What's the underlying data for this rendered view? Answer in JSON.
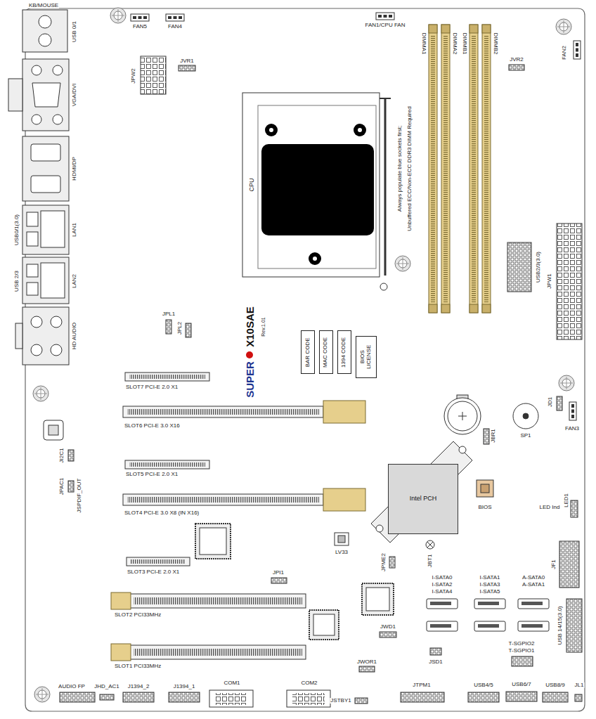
{
  "diagram": {
    "nodes": [
      {
        "text": [
          "CPU"
        ]
      },
      {
        "text": [
          "BAR CODE"
        ]
      },
      {
        "text": [
          "MAC CODE"
        ]
      },
      {
        "text": [
          "1394 CODE"
        ]
      },
      {
        "text": [
          "BIOS LICENSE"
        ]
      },
      {
        "text": [
          "Intel PCH"
        ]
      }
    ],
    "labels": [
      "KB/MOUSE",
      "USB 0/1",
      "VGA/DVI",
      "HDMI/DP",
      "USB0/1(3.0)",
      "LAN1",
      "USB 2/3",
      "LAN2",
      "HD AUDIO",
      "FAN5",
      "FAN4",
      "JVR1",
      "JPW2",
      "FAN1/CPU FAN",
      "DIMMA1",
      "DIMMA2",
      "DIMMB1",
      "DIMMB2",
      "JVR2",
      "FAN2",
      "Always populate blue sockets first;",
      "Unbuffered ECC/Non-ECC DDR3 DIMM Required",
      "USB2/3(3.0)",
      "JPW1",
      "SUPER",
      "X10SAE",
      "Rev.1.01",
      "JPL1",
      "JPL2",
      "SLOT7 PCI-E 2.0 X1",
      "SLOT6 PCI-E 3.0 X16",
      "SLOT5 PCI-E 2.0 X1",
      "SLOT4 PCI-E 3.0 X8 (IN X16)",
      "SLOT3 PCI-E 2.0 X1",
      "SLOT2 PCI33MHz",
      "SLOT1 PCI33MHz",
      "JI2C1",
      "JPAC1",
      "JSPDIF_OUT",
      "JBR1",
      "SP1",
      "JD1",
      "FAN3",
      "BIOS",
      "LED Ind",
      "LED1",
      "JF1",
      "LV33",
      "JPME2",
      "JBT1",
      "JPI1",
      "I-SATA0",
      "I-SATA2",
      "I-SATA4",
      "I-SATA1",
      "I-SATA3",
      "I-SATA5",
      "A-SATA0",
      "A-SATA1",
      "JWD1",
      "JSD1",
      "JWOR1",
      "JSTBY1",
      "JTPM1",
      "USB4/5",
      "T-SGPIO2",
      "T-SGPIO1",
      "USB6/7",
      "USB8/9",
      "JL1",
      "USB 14/15(3.0)",
      "AUDIO FP",
      "JHD_AC1",
      "J1394_2",
      "J1394_1",
      "COM1",
      "COM2"
    ]
  }
}
